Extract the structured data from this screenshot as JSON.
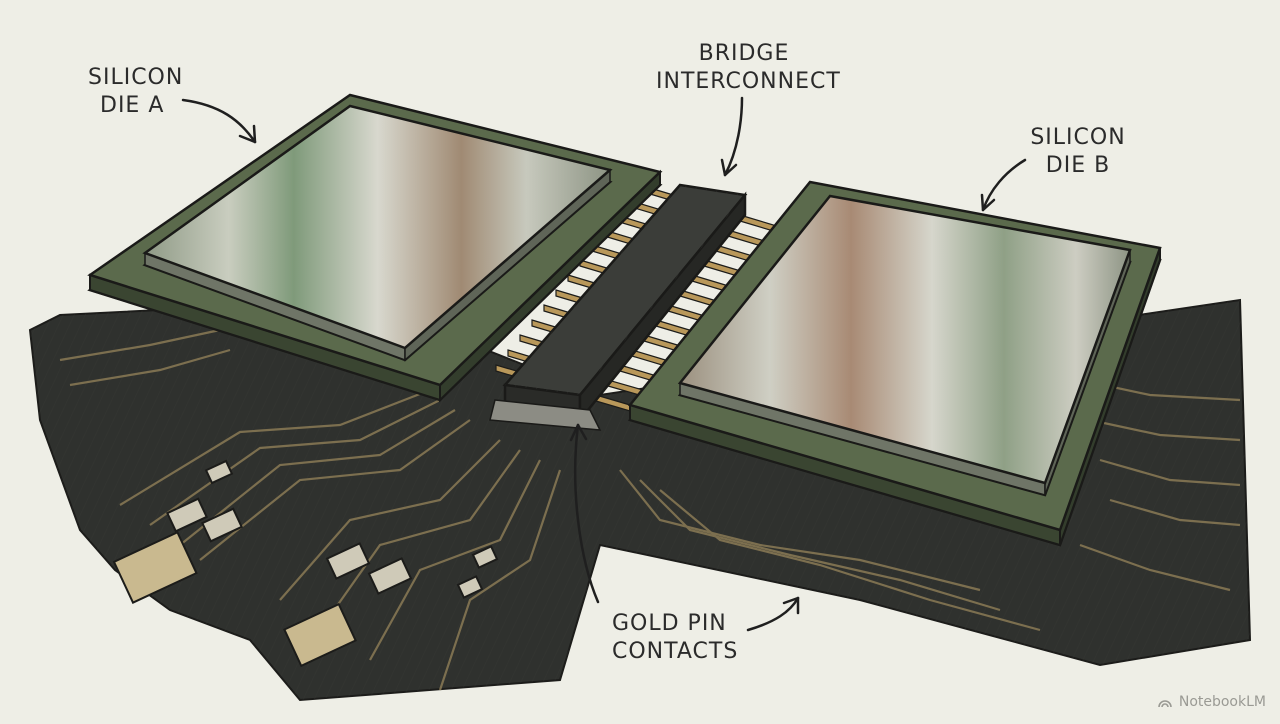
{
  "labels": {
    "die_a": [
      "SILICON",
      "DIE A"
    ],
    "bridge": [
      "BRIDGE",
      "INTERCONNECT"
    ],
    "die_b": [
      "SILICON",
      "DIE B"
    ],
    "pins": [
      "GOLD PIN",
      "CONTACTS"
    ]
  },
  "watermark": "NotebookLM",
  "colors": {
    "paper": "#eeeee6",
    "board": "#2e302d",
    "trace": "#8a7a55",
    "gold": "#b9985a",
    "substrate": "#4b5a40",
    "ink": "#1f1f1f"
  }
}
